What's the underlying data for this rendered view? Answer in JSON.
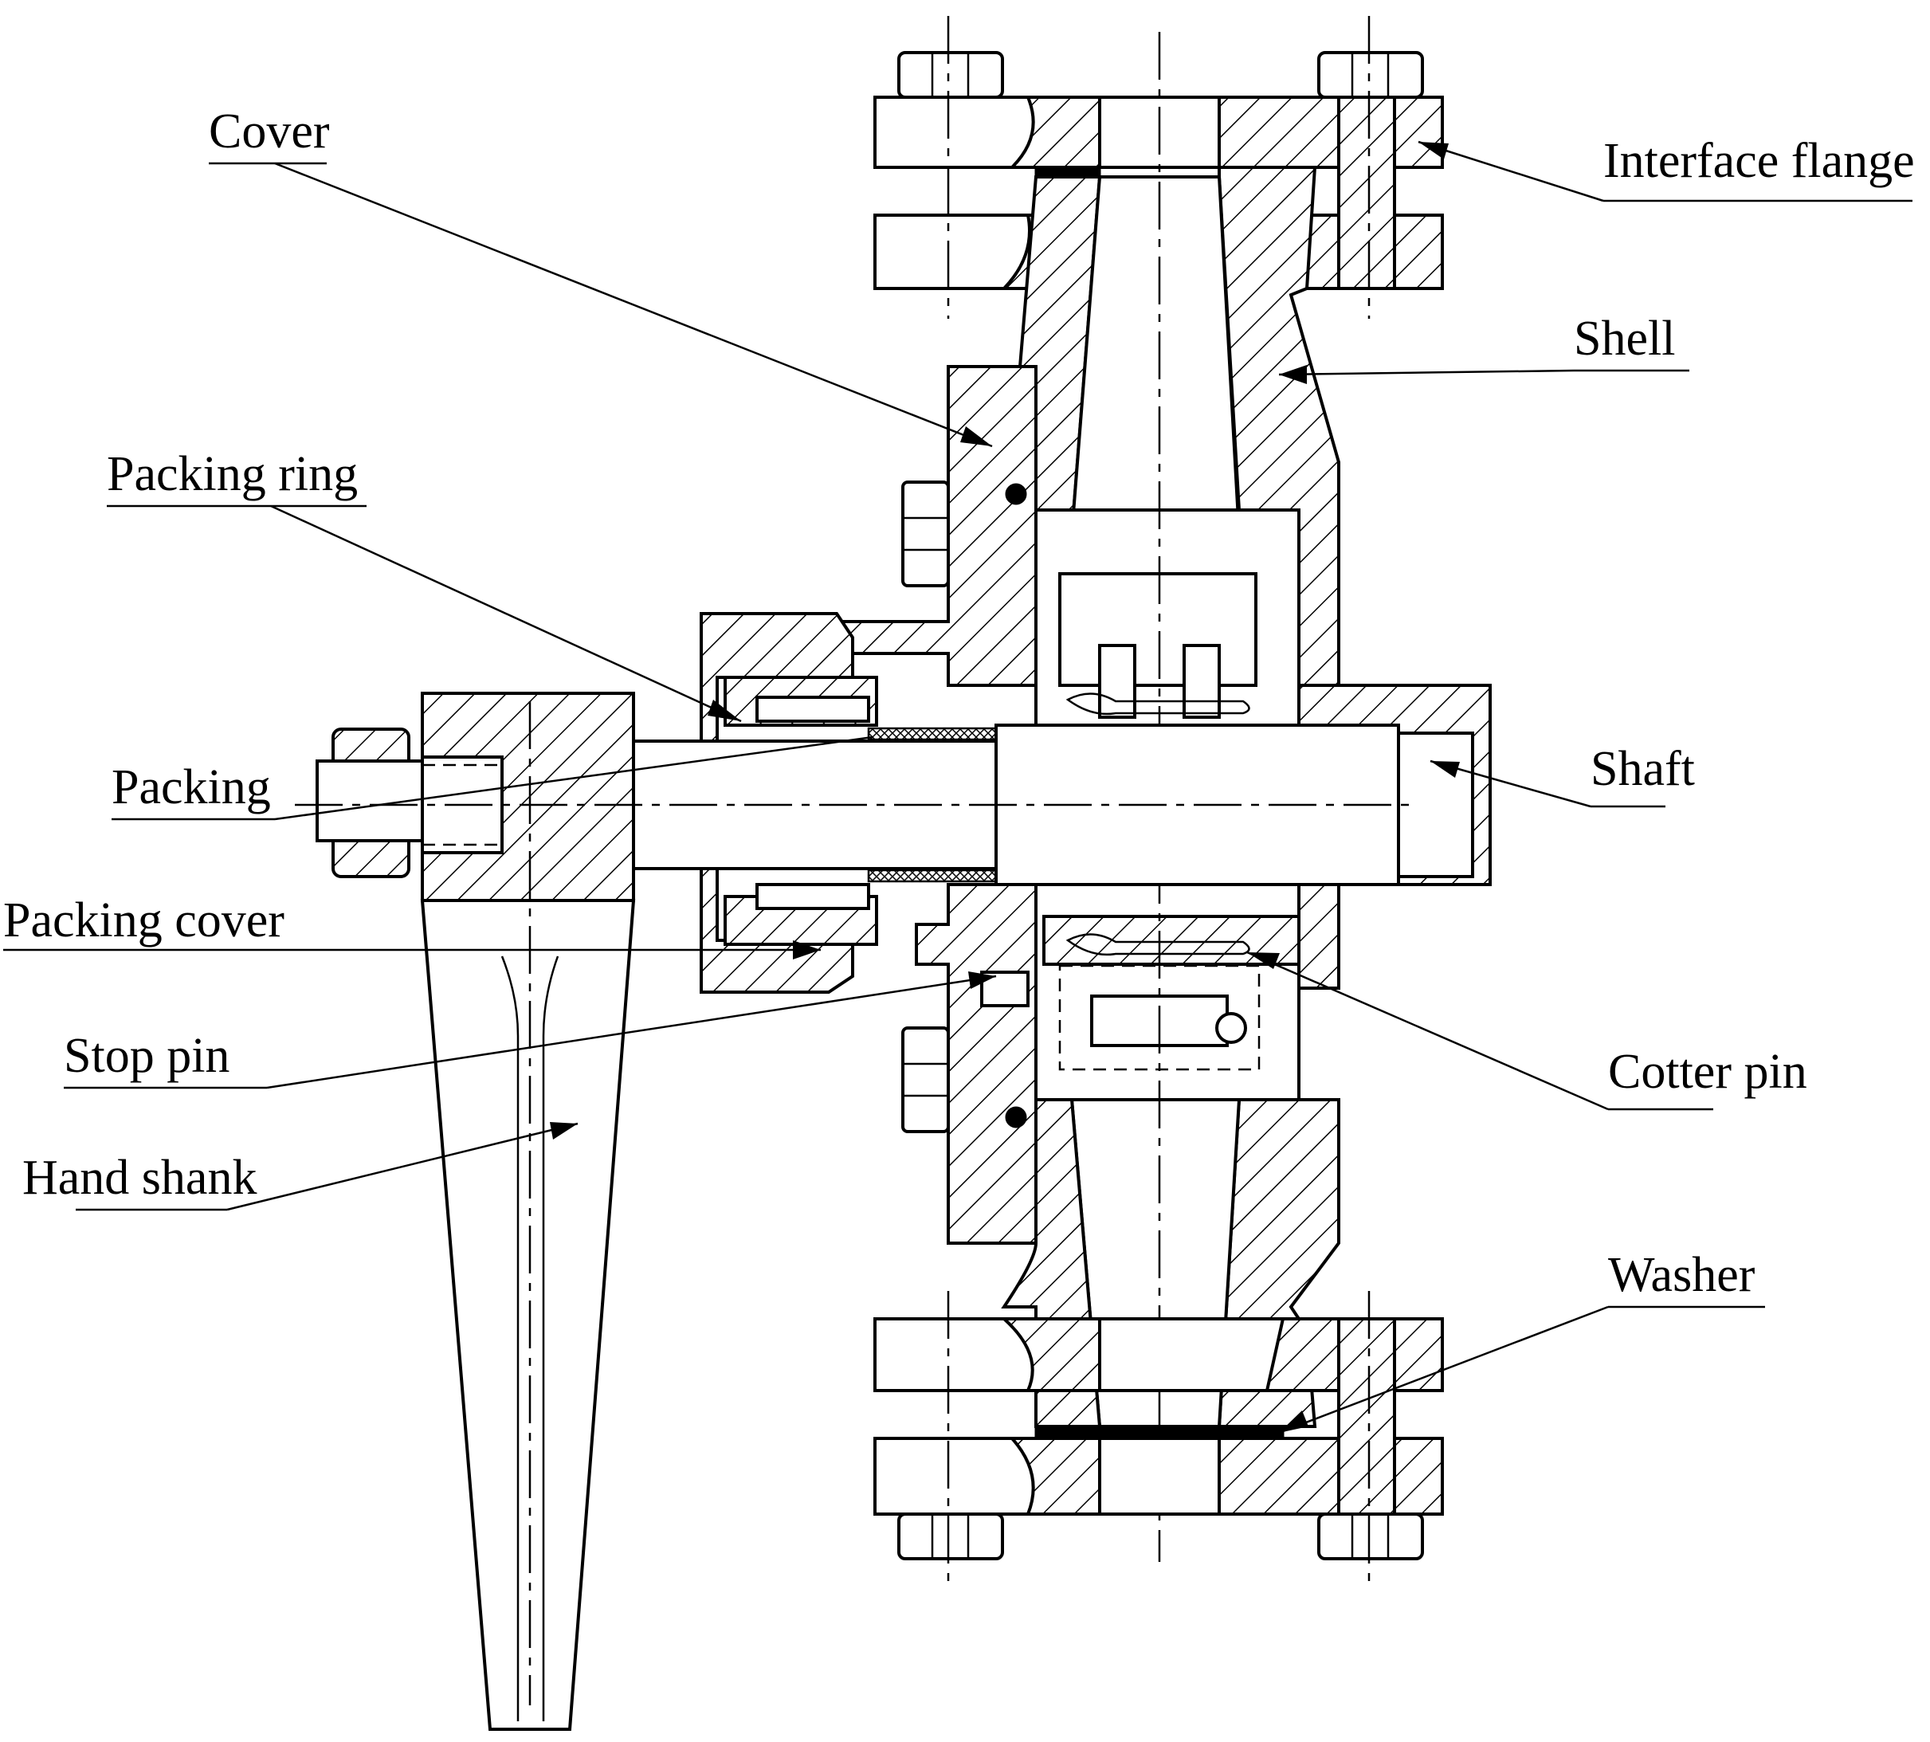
{
  "labels": {
    "cover": "Cover",
    "interface_flange": "Interface flange",
    "shell": "Shell",
    "packing_ring": "Packing ring",
    "packing": "Packing",
    "shaft": "Shaft",
    "packing_cover": "Packing cover",
    "stop_pin": "Stop pin",
    "cotter_pin": "Cotter pin",
    "hand_shank": "Hand shank",
    "washer": "Washer"
  }
}
